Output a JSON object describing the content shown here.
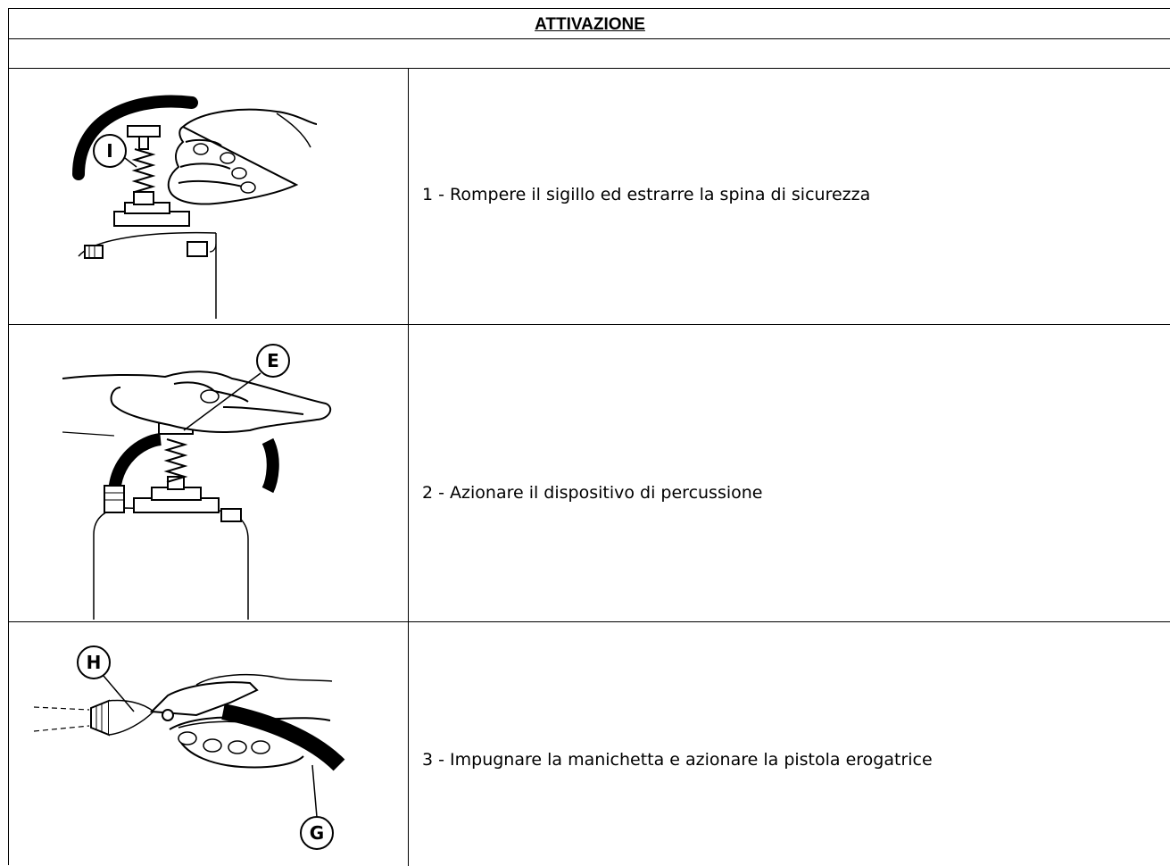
{
  "header": {
    "title": "ATTIVAZIONE"
  },
  "steps": [
    {
      "text": "1 - Rompere il sigillo ed estrarre la spina di sicurezza",
      "callout": "I",
      "illustration": "hand-pulling-safety-pin-illustration"
    },
    {
      "text": "2 - Azionare il dispositivo di percussione",
      "callout": "E",
      "illustration": "hand-pressing-striker-illustration"
    },
    {
      "text": "3 - Impugnare la manichetta e azionare la pistola erogatrice",
      "callouts": [
        "H",
        "G"
      ],
      "illustration": "hand-holding-discharge-gun-illustration"
    }
  ]
}
